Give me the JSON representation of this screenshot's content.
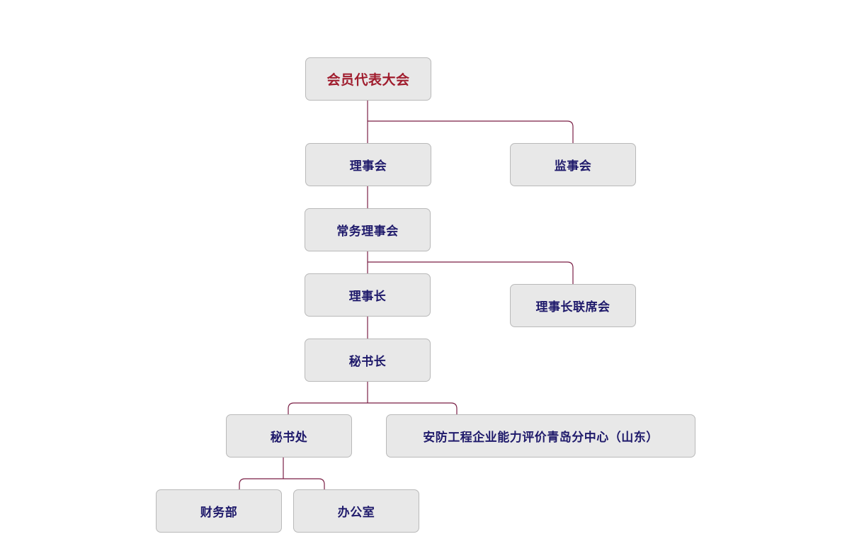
{
  "diagram": {
    "nodes": {
      "assembly": "会员代表大会",
      "council": "理事会",
      "supervisors": "监事会",
      "standing_council": "常务理事会",
      "chairman": "理事长",
      "chairmen_joint_meeting": "理事长联席会",
      "secretary_general": "秘书长",
      "secretariat": "秘书处",
      "qingdao_center": "安防工程企业能力评价青岛分中心（山东）",
      "finance": "财务部",
      "office": "办公室"
    },
    "edges": [
      [
        "assembly",
        "council"
      ],
      [
        "assembly",
        "supervisors"
      ],
      [
        "council",
        "standing_council"
      ],
      [
        "standing_council",
        "chairman"
      ],
      [
        "standing_council",
        "chairmen_joint_meeting"
      ],
      [
        "chairman",
        "secretary_general"
      ],
      [
        "secretary_general",
        "secretariat"
      ],
      [
        "secretary_general",
        "qingdao_center"
      ],
      [
        "secretariat",
        "finance"
      ],
      [
        "secretariat",
        "office"
      ]
    ],
    "colors": {
      "connector": "#7a1f45",
      "root_text": "#a01d2e",
      "node_text": "#1f1a6b",
      "node_fill": "#e8e8e8",
      "node_border": "#b9b9b9"
    }
  }
}
